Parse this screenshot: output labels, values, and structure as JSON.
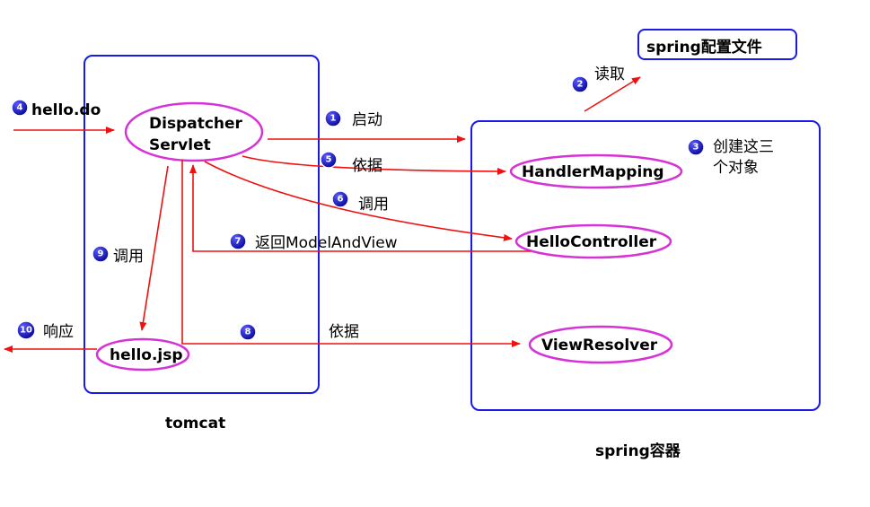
{
  "containers": {
    "tomcat_label": "tomcat",
    "spring_label": "spring容器",
    "config_file_label": "spring配置文件"
  },
  "nodes": {
    "dispatcher_line1": "Dispatcher",
    "dispatcher_line2": "Servlet",
    "handler_mapping": "HandlerMapping",
    "hello_controller": "HelloController",
    "view_resolver": "ViewResolver",
    "hello_jsp": "hello.jsp"
  },
  "steps": [
    {
      "num": "1",
      "label": "启动"
    },
    {
      "num": "2",
      "label": "读取"
    },
    {
      "num": "3",
      "label_line1": "创建这三",
      "label_line2": "个对象"
    },
    {
      "num": "4",
      "label": "hello.do"
    },
    {
      "num": "5",
      "label": "依据"
    },
    {
      "num": "6",
      "label": "调用"
    },
    {
      "num": "7",
      "label": "返回ModelAndView"
    },
    {
      "num": "8",
      "label": "依据"
    },
    {
      "num": "9",
      "label": "调用"
    },
    {
      "num": "10",
      "label": "响应"
    }
  ],
  "colors": {
    "container_border": "#1a1ae6",
    "ellipse_border": "#d633d6",
    "arrow": "#ee1111",
    "badge_fill": "#1212c8"
  }
}
